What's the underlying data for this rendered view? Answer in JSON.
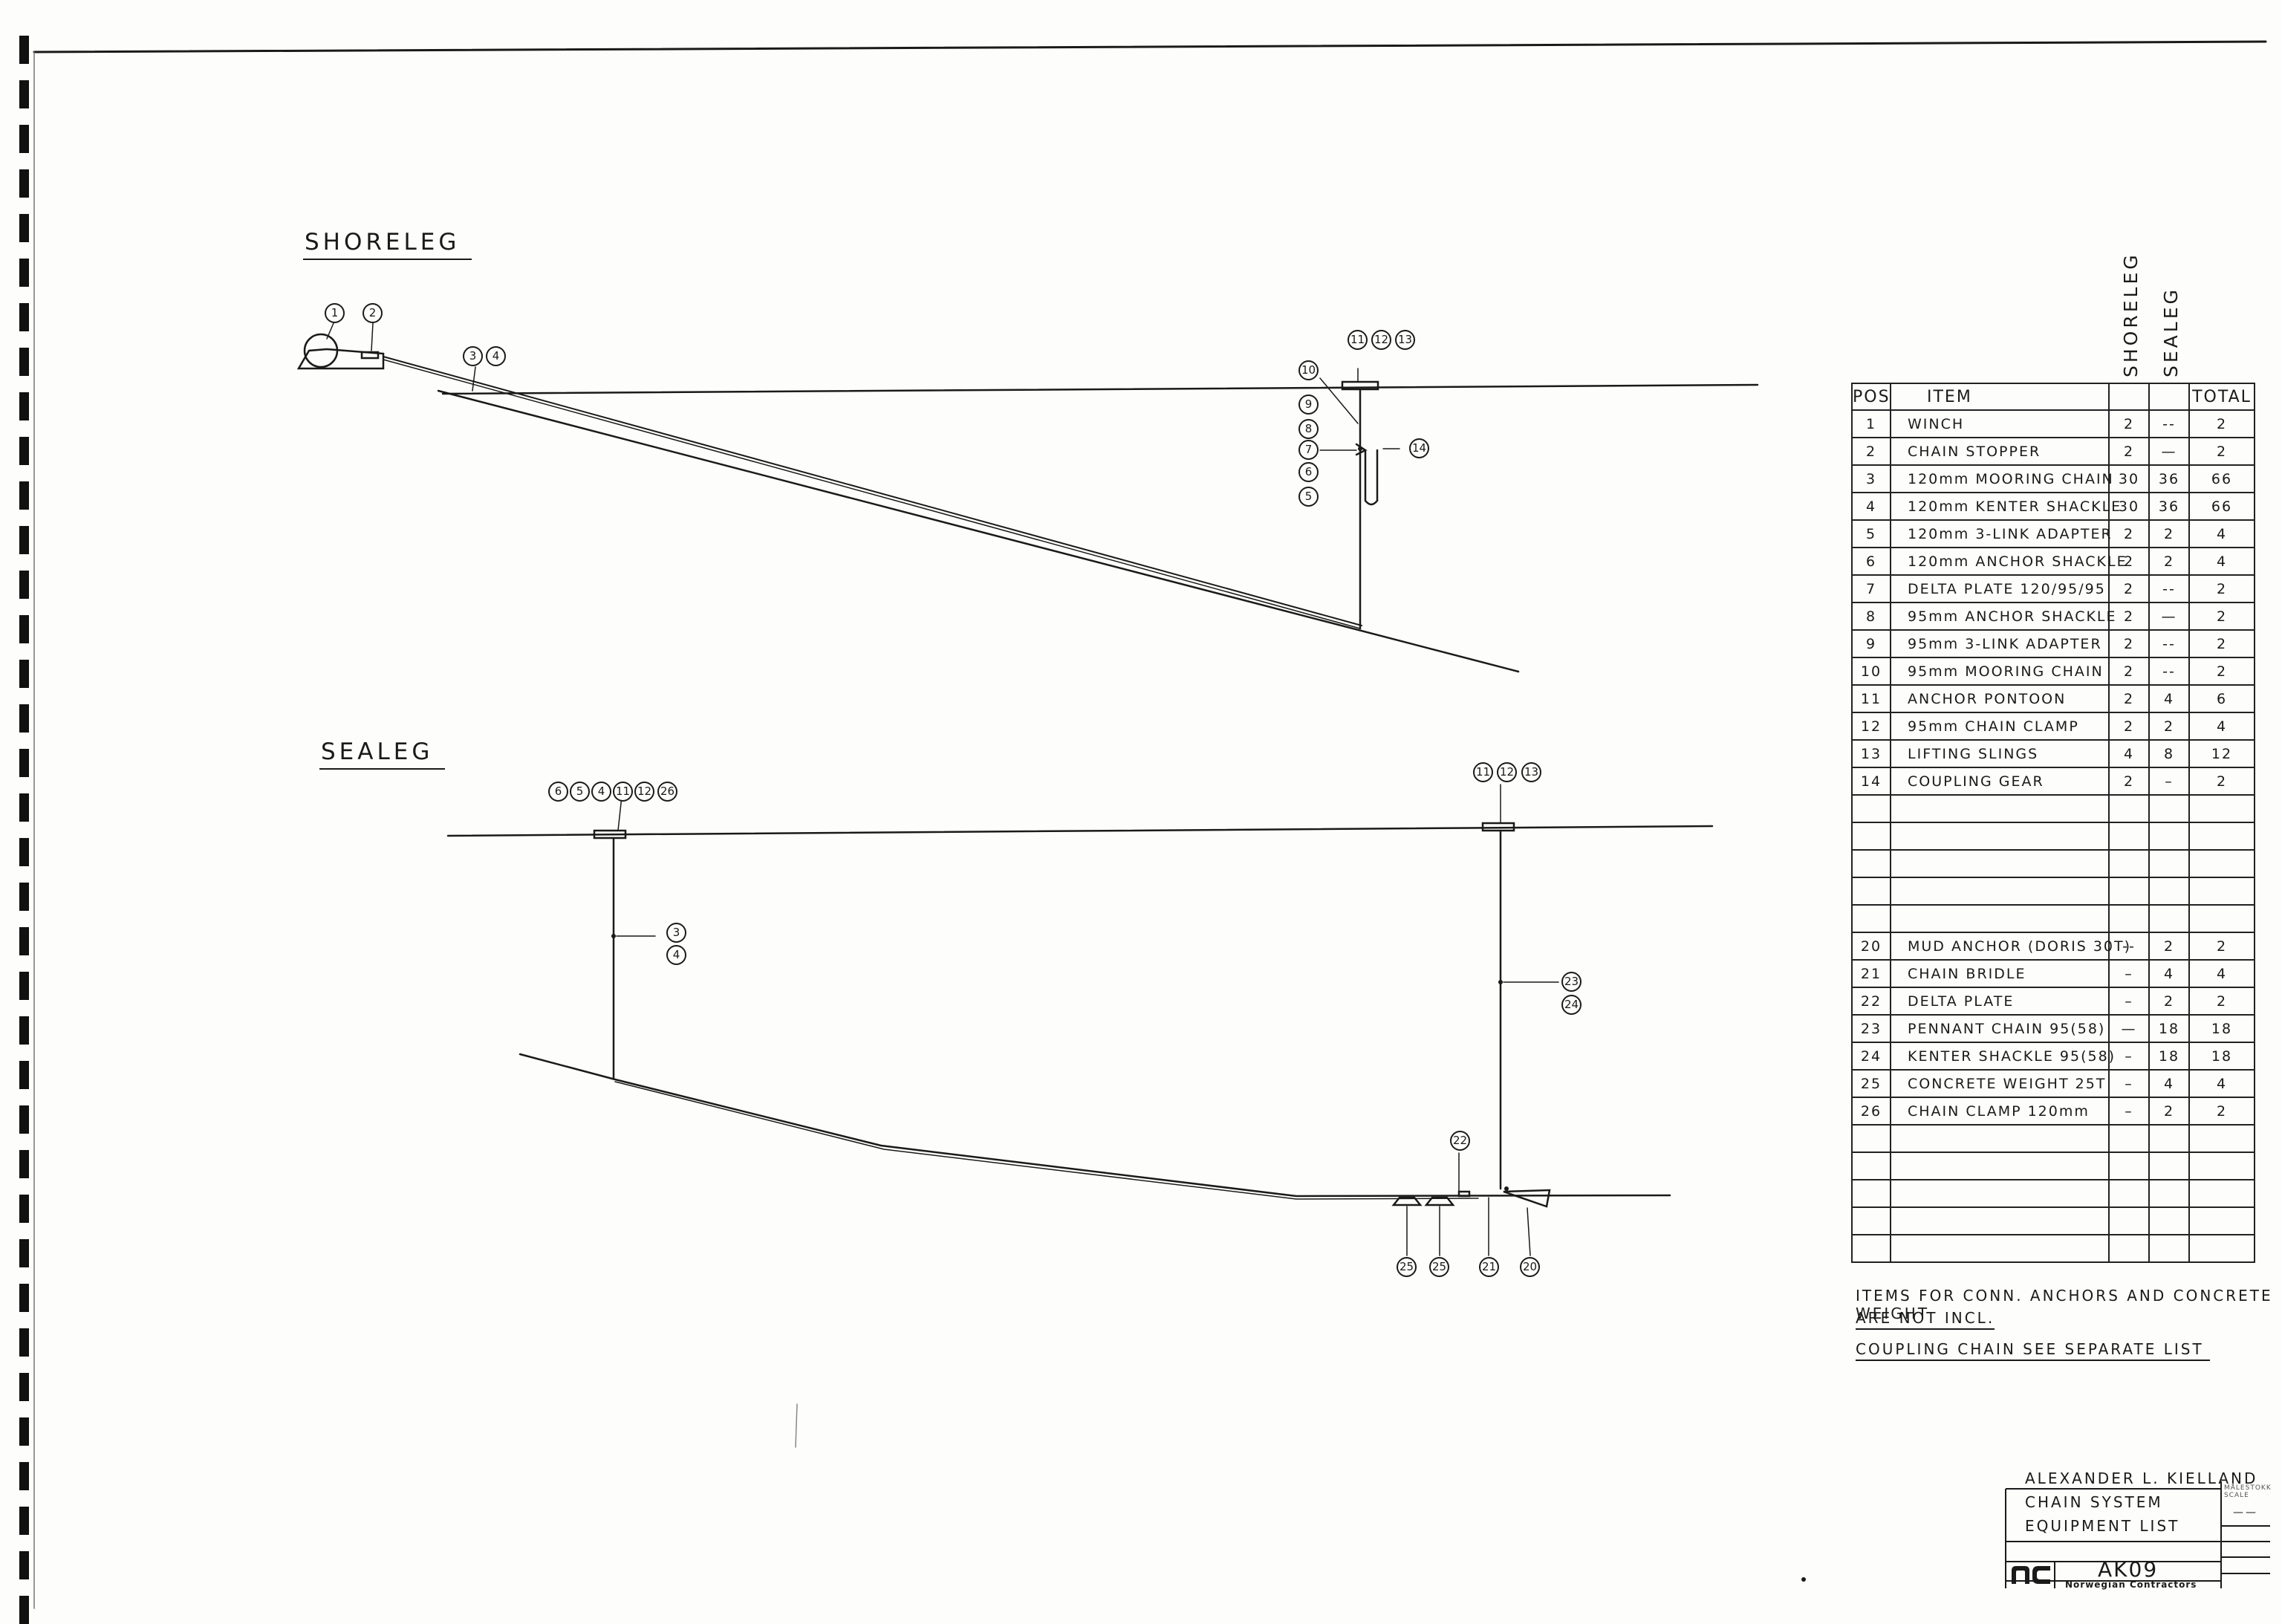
{
  "shoreleg": {
    "title": "SHORELEG",
    "callouts_top": [
      "1",
      "2",
      "3",
      "4"
    ],
    "callouts_buoy": [
      "11",
      "12",
      "13"
    ],
    "callouts_stack": [
      "10",
      "9",
      "8",
      "7",
      "6",
      "5"
    ],
    "callout_14": "14"
  },
  "sealeg": {
    "title": "SEALEG",
    "callouts_left": [
      "6",
      "5",
      "4",
      "11",
      "12",
      "26"
    ],
    "callouts_left_chain": [
      "3",
      "4"
    ],
    "callouts_right_buoy": [
      "11",
      "12",
      "13"
    ],
    "callouts_right_chain": [
      "23",
      "24"
    ],
    "callout_22": "22",
    "callouts_bottom": [
      "25",
      "25",
      "21",
      "20"
    ]
  },
  "table": {
    "col_shoreleg": "SHORELEG",
    "col_sealeg": "SEALEG",
    "headers": {
      "pos": "POS",
      "item": "ITEM",
      "total": "TOTAL"
    },
    "rows": [
      [
        "1",
        "WINCH",
        "2",
        "--",
        "2"
      ],
      [
        "2",
        "CHAIN STOPPER",
        "2",
        "—",
        "2"
      ],
      [
        "3",
        "120mm MOORING CHAIN",
        "30",
        "36",
        "66"
      ],
      [
        "4",
        "120mm KENTER SHACKLE",
        "30",
        "36",
        "66"
      ],
      [
        "5",
        "120mm 3-LINK ADAPTER",
        "2",
        "2",
        "4"
      ],
      [
        "6",
        "120mm ANCHOR SHACKLE",
        "2",
        "2",
        "4"
      ],
      [
        "7",
        "DELTA PLATE 120/95/95",
        "2",
        "--",
        "2"
      ],
      [
        "8",
        "95mm ANCHOR SHACKLE",
        "2",
        "—",
        "2"
      ],
      [
        "9",
        "95mm 3-LINK ADAPTER",
        "2",
        "--",
        "2"
      ],
      [
        "10",
        "95mm MOORING CHAIN",
        "2",
        "--",
        "2"
      ],
      [
        "11",
        "ANCHOR PONTOON",
        "2",
        "4",
        "6"
      ],
      [
        "12",
        "95mm CHAIN CLAMP",
        "2",
        "2",
        "4"
      ],
      [
        "13",
        "LIFTING SLINGS",
        "4",
        "8",
        "12"
      ],
      [
        "14",
        "COUPLING GEAR",
        "2",
        "–",
        "2"
      ],
      [
        "",
        "",
        "",
        "",
        ""
      ],
      [
        "",
        "",
        "",
        "",
        ""
      ],
      [
        "",
        "",
        "",
        "",
        ""
      ],
      [
        "",
        "",
        "",
        "",
        ""
      ],
      [
        "",
        "",
        "",
        "",
        ""
      ],
      [
        "20",
        "MUD ANCHOR (DORIS 30T)",
        "--",
        "2",
        "2"
      ],
      [
        "21",
        "CHAIN BRIDLE",
        "–",
        "4",
        "4"
      ],
      [
        "22",
        "DELTA PLATE",
        "–",
        "2",
        "2"
      ],
      [
        "23",
        "PENNANT CHAIN 95(58)",
        "—",
        "18",
        "18"
      ],
      [
        "24",
        "KENTER SHACKLE 95(58)",
        "–",
        "18",
        "18"
      ],
      [
        "25",
        "CONCRETE WEIGHT 25T",
        "–",
        "4",
        "4"
      ],
      [
        "26",
        "CHAIN CLAMP 120mm",
        "–",
        "2",
        "2"
      ],
      [
        "",
        "",
        "",
        "",
        ""
      ],
      [
        "",
        "",
        "",
        "",
        ""
      ],
      [
        "",
        "",
        "",
        "",
        ""
      ],
      [
        "",
        "",
        "",
        "",
        ""
      ],
      [
        "",
        "",
        "",
        "",
        ""
      ]
    ]
  },
  "notes": {
    "line1": "ITEMS FOR CONN. ANCHORS AND CONCRETE WEIGHT",
    "line2": "ARE NOT INCL.",
    "line3": "COUPLING CHAIN SEE SEPARATE LIST"
  },
  "title_block": {
    "project": "ALEXANDER L. KIELLAND",
    "title_line1": "CHAIN SYSTEM",
    "title_line2": "EQUIPMENT LIST",
    "scale_label": "MÅLESTOKK SCALE",
    "scale_value": "——",
    "drawing_no": "AK09",
    "company": "Norwegian Contractors",
    "logo_text": "nc"
  }
}
